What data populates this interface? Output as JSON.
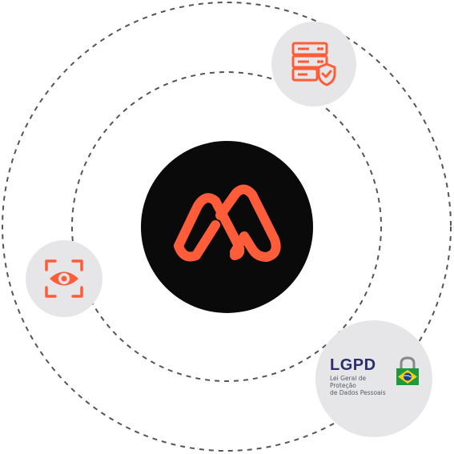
{
  "center": {
    "logo_icon": "brand-logo-icon"
  },
  "nodes": {
    "server": {
      "icon": "server-shield-icon"
    },
    "eye": {
      "icon": "eye-scan-icon"
    },
    "lgpd": {
      "title": "LGPD",
      "subtitle_line1": "Lei Geral de Proteção",
      "subtitle_line2": "de Dados Pessoais",
      "icon": "brazil-flag-lock-icon"
    }
  },
  "colors": {
    "accent": "#ff5c3a",
    "center_bg": "#0a0a0b",
    "node_bg": "#e6e6e8",
    "ring": "#555555",
    "lgpd_text": "#2c2f6e",
    "flag_green": "#1e9a3c",
    "flag_yellow": "#f7d117",
    "flag_blue": "#1c3f94"
  }
}
